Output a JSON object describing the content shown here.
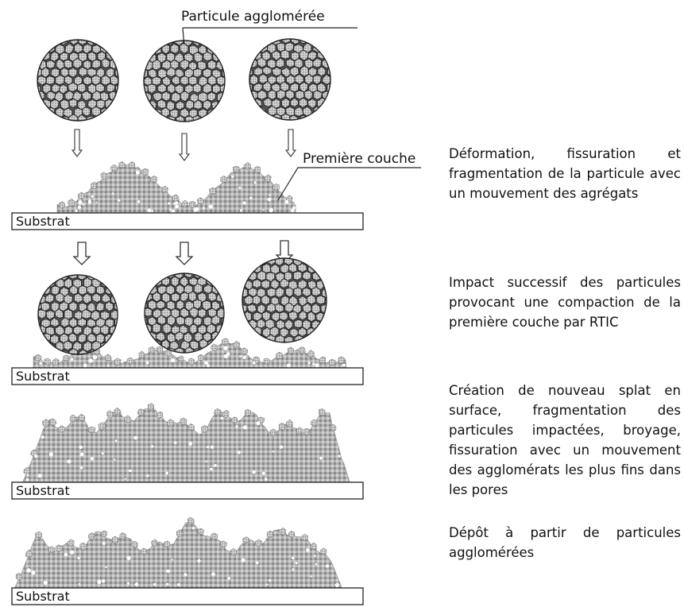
{
  "labels": {
    "agglomerated_particle": "Particule agglomérée",
    "first_layer": "Première couche",
    "substrate": "Substrat"
  },
  "steps": [
    {
      "description": "Déformation, fissuration et fragmentation de la particule avec un mouvement des agrégats"
    },
    {
      "description": "Impact successif des particules provocant une compaction de la première couche par RTIC"
    },
    {
      "description": "Création de nouveau splat en surface, fragmentation des particules impactées, broyage, fissuration avec un mouvement des agglomérats les plus fins dans les pores"
    },
    {
      "description": "Dépôt à partir de particules agglomérées"
    }
  ],
  "colors": {
    "line": "#222222",
    "grain_fill": "#c9c9c9",
    "grain_stroke": "#333333",
    "deposit": "#a7a7a7",
    "deposit_dark": "#7a7a7a"
  }
}
